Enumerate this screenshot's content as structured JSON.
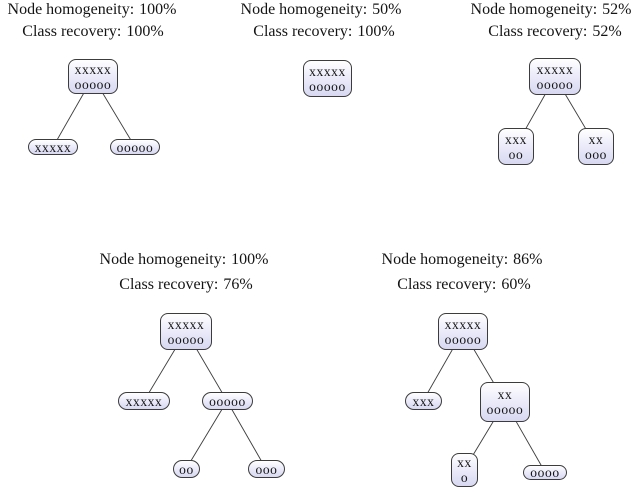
{
  "figure": {
    "background": "#ffffff",
    "node_fill_top": "#ffffff",
    "node_fill_bottom": "#d8d8f2",
    "node_border": "#3c3c3c",
    "edge_color": "#3c3c3c",
    "class_symbols": {
      "class_1": "x",
      "class_2": "o"
    }
  },
  "panels": [
    {
      "name": "top-left-tree",
      "homogeneity_label": "Node homogeneity:",
      "homogeneity_value": "100%",
      "recovery_label": "Class recovery:",
      "recovery_value": "100%",
      "nodes": [
        {
          "role": "root",
          "lines": [
            "xxxxx",
            "ooooo"
          ]
        },
        {
          "role": "leaf",
          "lines": [
            "xxxxx"
          ]
        },
        {
          "role": "leaf",
          "lines": [
            "ooooo"
          ]
        }
      ],
      "edges": [
        [
          0,
          1
        ],
        [
          0,
          2
        ]
      ]
    },
    {
      "name": "top-middle-tree",
      "homogeneity_label": "Node homogeneity:",
      "homogeneity_value": "50%",
      "recovery_label": "Class recovery:",
      "recovery_value": "100%",
      "nodes": [
        {
          "role": "root-leaf",
          "lines": [
            "xxxxx",
            "ooooo"
          ]
        }
      ],
      "edges": []
    },
    {
      "name": "top-right-tree",
      "homogeneity_label": "Node homogeneity:",
      "homogeneity_value": "52%",
      "recovery_label": "Class recovery:",
      "recovery_value": "52%",
      "nodes": [
        {
          "role": "root",
          "lines": [
            "xxxxx",
            "ooooo"
          ]
        },
        {
          "role": "leaf",
          "lines": [
            "xxx",
            "oo"
          ]
        },
        {
          "role": "leaf",
          "lines": [
            "xx",
            "ooo"
          ]
        }
      ],
      "edges": [
        [
          0,
          1
        ],
        [
          0,
          2
        ]
      ]
    },
    {
      "name": "bottom-left-tree",
      "homogeneity_label": "Node homogeneity:",
      "homogeneity_value": "100%",
      "recovery_label": "Class recovery:",
      "recovery_value": "76%",
      "nodes": [
        {
          "role": "root",
          "lines": [
            "xxxxx",
            "ooooo"
          ]
        },
        {
          "role": "leaf",
          "lines": [
            "xxxxx"
          ]
        },
        {
          "role": "internal",
          "lines": [
            "ooooo"
          ]
        },
        {
          "role": "leaf",
          "lines": [
            "oo"
          ]
        },
        {
          "role": "leaf",
          "lines": [
            "ooo"
          ]
        }
      ],
      "edges": [
        [
          0,
          1
        ],
        [
          0,
          2
        ],
        [
          2,
          3
        ],
        [
          2,
          4
        ]
      ]
    },
    {
      "name": "bottom-right-tree",
      "homogeneity_label": "Node homogeneity:",
      "homogeneity_value": "86%",
      "recovery_label": "Class recovery:",
      "recovery_value": "60%",
      "nodes": [
        {
          "role": "root",
          "lines": [
            "xxxxx",
            "ooooo"
          ]
        },
        {
          "role": "leaf",
          "lines": [
            "xxx"
          ]
        },
        {
          "role": "internal",
          "lines": [
            "xx",
            "ooooo"
          ]
        },
        {
          "role": "leaf",
          "lines": [
            "xx",
            "o"
          ]
        },
        {
          "role": "leaf",
          "lines": [
            "oooo"
          ]
        }
      ],
      "edges": [
        [
          0,
          1
        ],
        [
          0,
          2
        ],
        [
          2,
          3
        ],
        [
          2,
          4
        ]
      ]
    }
  ]
}
